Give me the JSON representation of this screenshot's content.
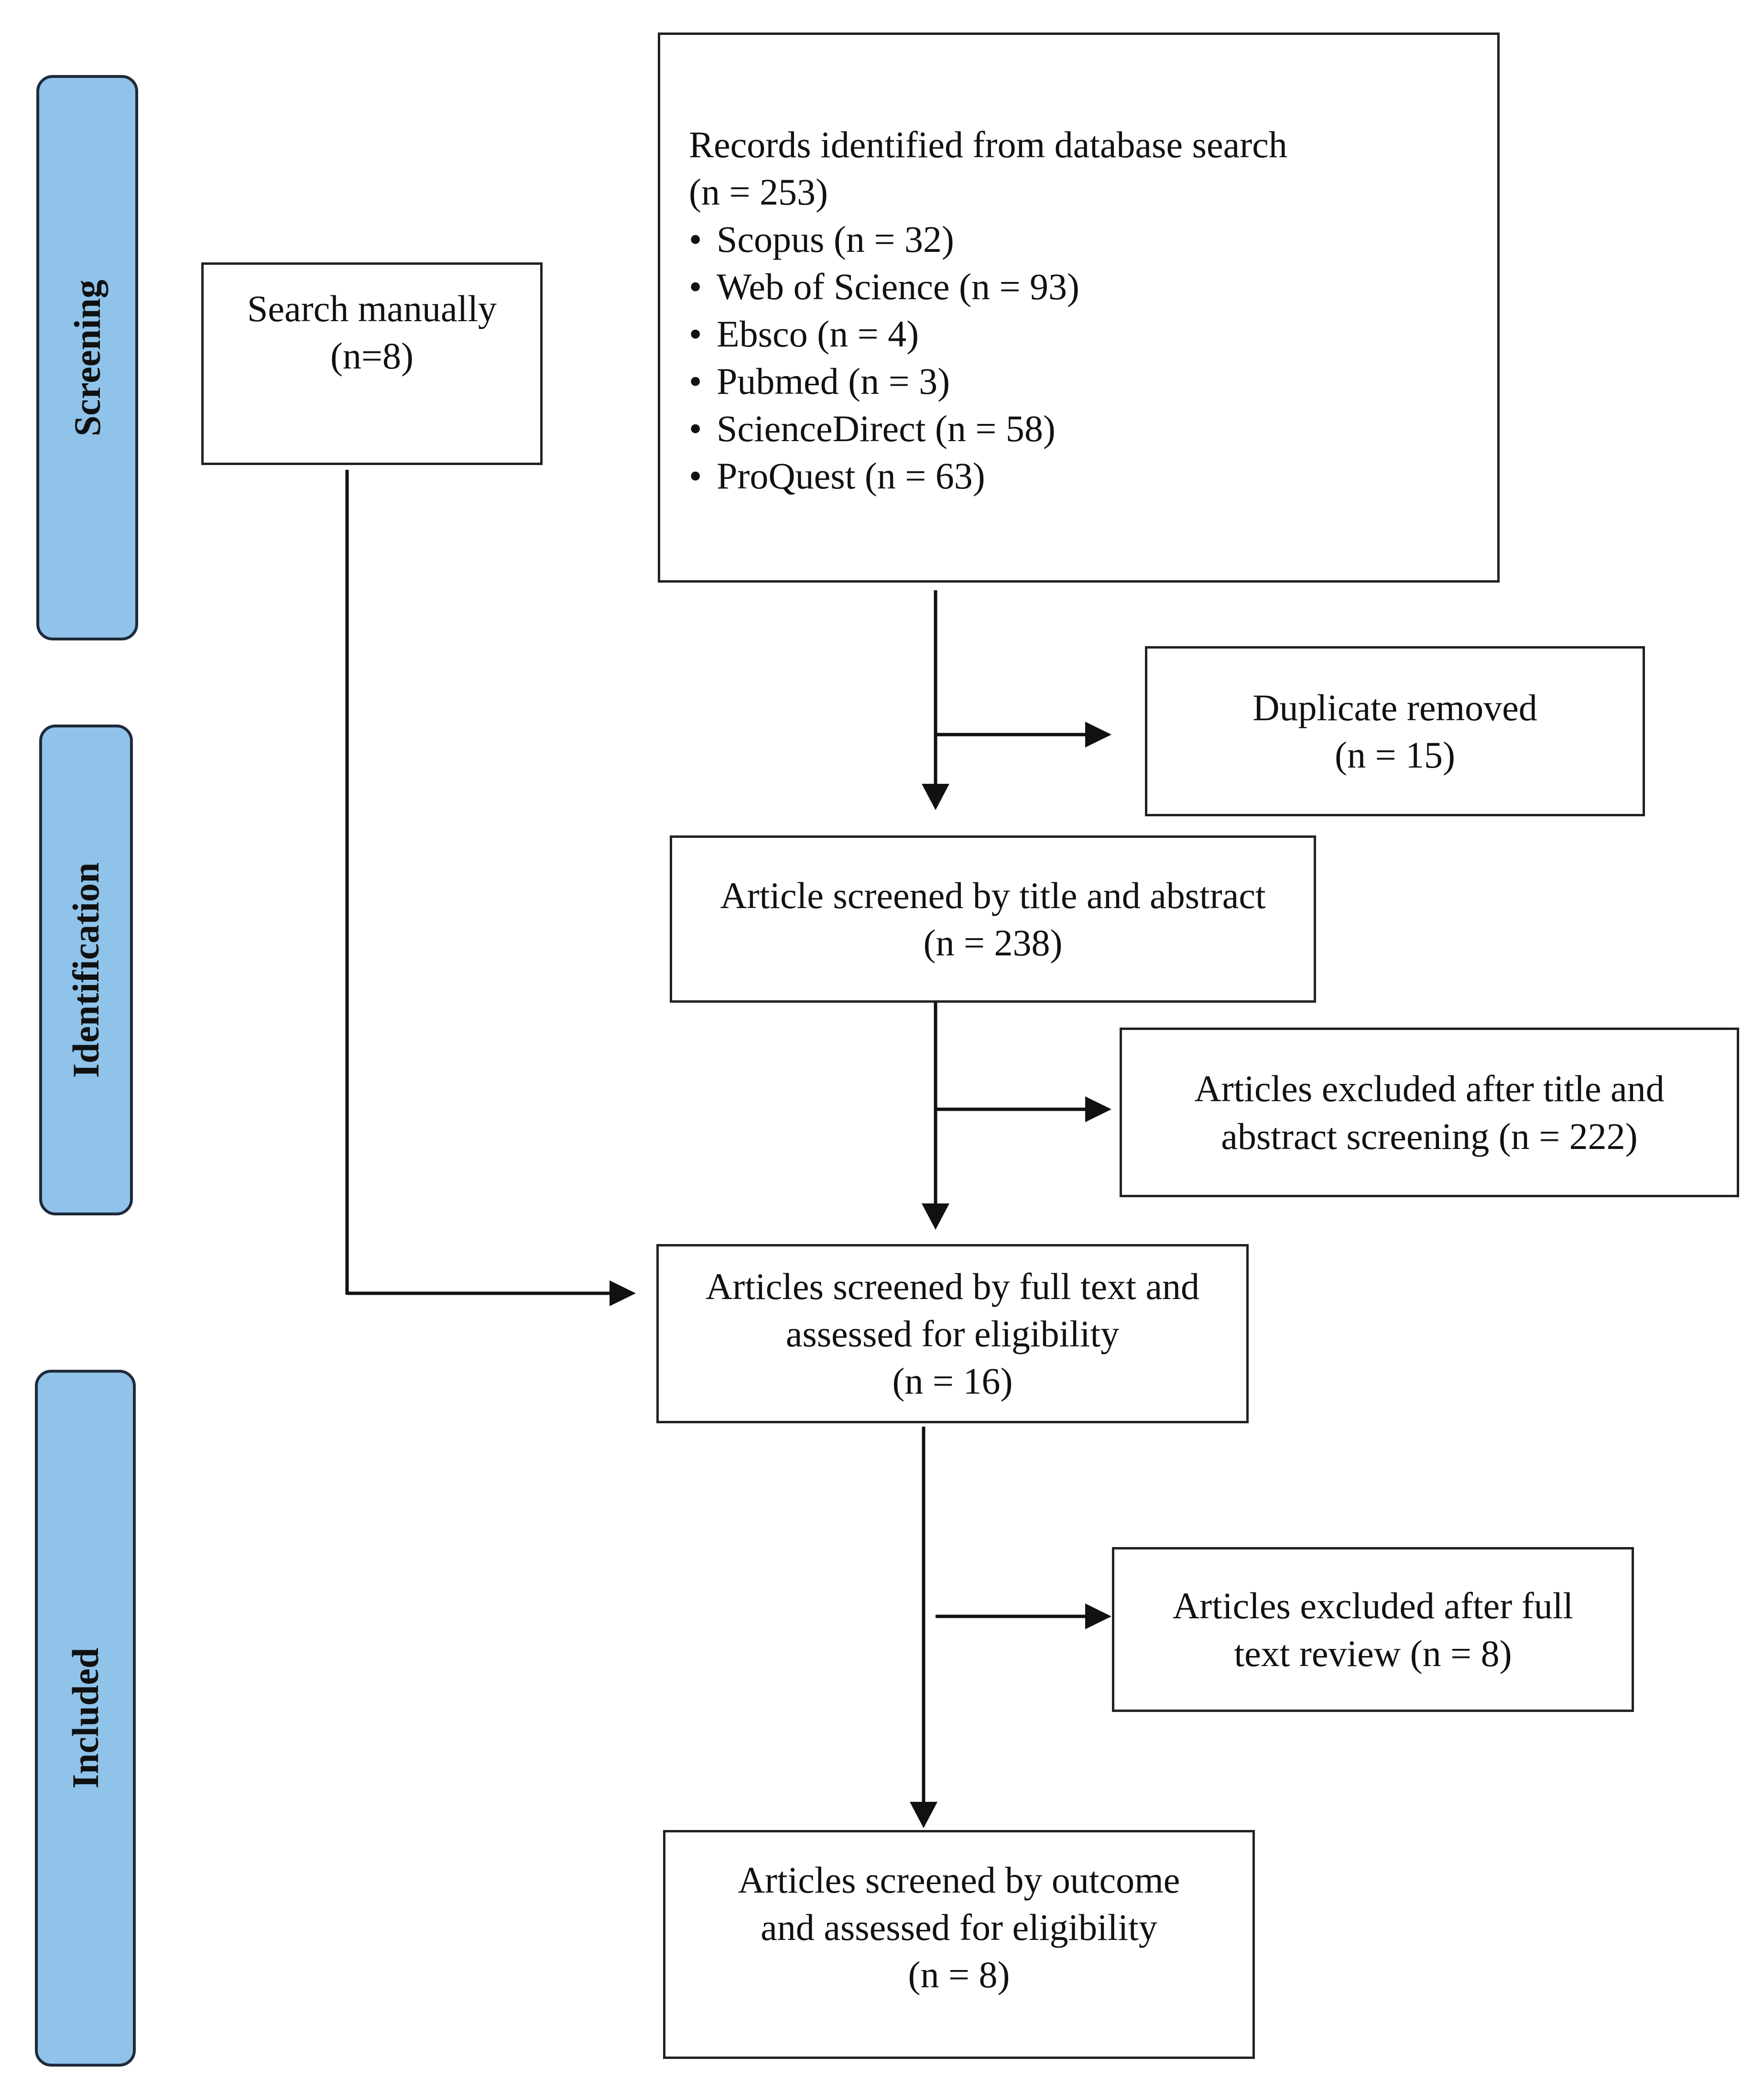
{
  "phases": {
    "screening": "Screening",
    "identification": "Identification",
    "included": "Included"
  },
  "manual_search": {
    "line1": "Search manually",
    "line2": "(n=8)"
  },
  "records": {
    "title": "Records identified from database search",
    "count": "(n = 253)",
    "sources": [
      "Scopus (n = 32)",
      "Web of Science (n = 93)",
      "Ebsco (n = 4)",
      "Pubmed (n = 3)",
      "ScienceDirect (n = 58)",
      "ProQuest (n = 63)"
    ]
  },
  "duplicates": {
    "line1": "Duplicate removed",
    "line2": "(n = 15)"
  },
  "title_abstract": {
    "line1": "Article screened by title and abstract",
    "line2": "(n = 238)"
  },
  "excluded_title_abstract": {
    "line1": "Articles excluded after title and",
    "line2": "abstract screening (n = 222)"
  },
  "full_text": {
    "line1": "Articles screened by full text and",
    "line2": "assessed for eligibility",
    "line3": "(n = 16)"
  },
  "excluded_full_text": {
    "line1": "Articles excluded after full",
    "line2": "text review (n = 8)"
  },
  "outcome": {
    "line1": "Articles screened by outcome",
    "line2": "and assessed for eligibility",
    "line3": "(n = 8)"
  },
  "colors": {
    "phase_fill": "#8fc3ea",
    "phase_border": "#1f2a3a",
    "box_border": "#222222",
    "arrow": "#111111"
  }
}
